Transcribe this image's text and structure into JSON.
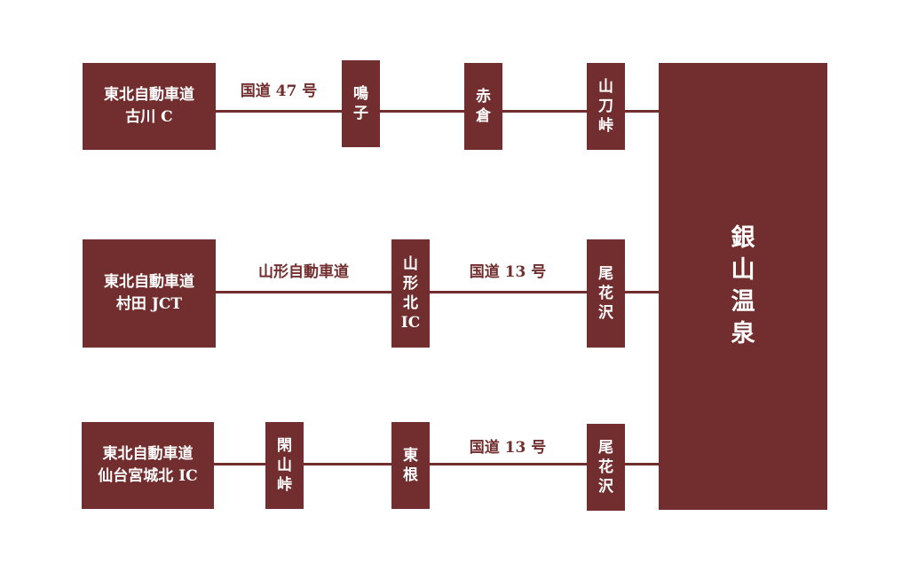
{
  "destination": {
    "chars": [
      "銀",
      "山",
      "温",
      "泉"
    ]
  },
  "routes": [
    {
      "start": {
        "line1": "東北自動車道",
        "line2": "古川 C"
      },
      "labels": [
        "国道 47 号"
      ],
      "stops": [
        [
          "鳴",
          "子"
        ],
        [
          "赤",
          "倉"
        ],
        [
          "山",
          "刀",
          "峠"
        ]
      ]
    },
    {
      "start": {
        "line1": "東北自動車道",
        "line2": "村田 JCT"
      },
      "labels": [
        "山形自動車道",
        "国道 13 号"
      ],
      "stops": [
        [
          "山",
          "形",
          "北",
          "IC"
        ],
        [
          "尾",
          "花",
          "沢"
        ]
      ]
    },
    {
      "start": {
        "line1": "東北自動車道",
        "line2": "仙台宮城北 IC"
      },
      "labels": [
        "国道 13 号"
      ],
      "stops": [
        [
          "閑",
          "山",
          "峠"
        ],
        [
          "東",
          "根"
        ],
        [
          "尾",
          "花",
          "沢"
        ]
      ]
    }
  ],
  "colors": {
    "primary": "#722e2e"
  }
}
